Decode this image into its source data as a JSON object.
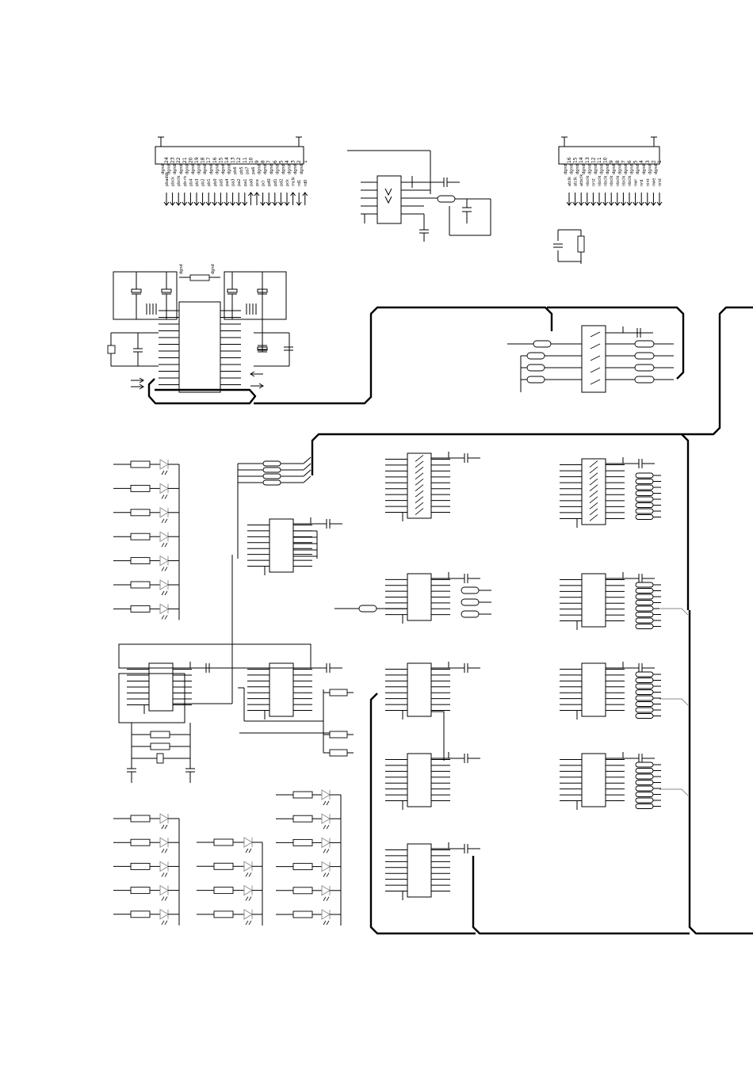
{
  "connector_left": {
    "pin_numbers": [
      "24",
      "23",
      "22",
      "21",
      "20",
      "19",
      "18",
      "17",
      "16",
      "15",
      "14",
      "13",
      "12",
      "11",
      "10",
      "9",
      "8",
      "7",
      "6",
      "5",
      "4",
      "3",
      "2",
      "1"
    ],
    "signals": [
      "dgnd",
      "dgnd",
      "dgnd",
      "dgnd",
      "dgnd",
      "dgnd",
      "dgnd",
      "dgnd",
      "dgnd",
      "dgnd",
      "dgnd",
      "dgnd",
      "pb6",
      "pb5",
      "pa7",
      "pa6",
      "dgnd",
      "dgnd",
      "dgnd",
      "dgnd",
      "dgnd",
      "dgnd",
      "dgnd",
      "dgnd"
    ],
    "signals_row2": [
      "pbaddr",
      "pbck",
      "pbclk",
      "pb-rk",
      "pb4",
      "pb3",
      "pb2",
      "pb1",
      "pb0",
      "pa5",
      "pa4",
      "pa3",
      "pa2",
      "pa1",
      "pa0",
      "pce",
      "pcl",
      "pd0",
      "pd1",
      "pd2",
      "pck",
      "mclk",
      "rd1",
      "rd0"
    ]
  },
  "connector_right": {
    "pin_numbers": [
      "16",
      "15",
      "14",
      "13",
      "12",
      "11",
      "10",
      "9",
      "8",
      "7",
      "6",
      "5",
      "4",
      "3",
      "2",
      "1"
    ],
    "signals": [
      "dgnd",
      "dgnd",
      "dgnd",
      "dgnd",
      "dgnd",
      "dgnd",
      "dgnd",
      "dgnd",
      "dgnd",
      "dgnd",
      "dgnd",
      "dgnd",
      "dgnd",
      "dgnd",
      "dgnd",
      "dgnd"
    ],
    "signals_row2": [
      "atclk",
      "atclk",
      "atbclk",
      "nbclk",
      "nrst",
      "nbclk",
      "nbclk",
      "nbclk",
      "nbclk",
      "nbclk",
      "nbclk",
      "nwr",
      "nrd",
      "nint",
      "nwe",
      "nrst"
    ]
  },
  "power_labels": {
    "left_a": "dgnd",
    "left_b": "dgnd"
  },
  "colors": {
    "ink": "#000000",
    "paper": "#ffffff",
    "grey_wire": "#888888"
  }
}
